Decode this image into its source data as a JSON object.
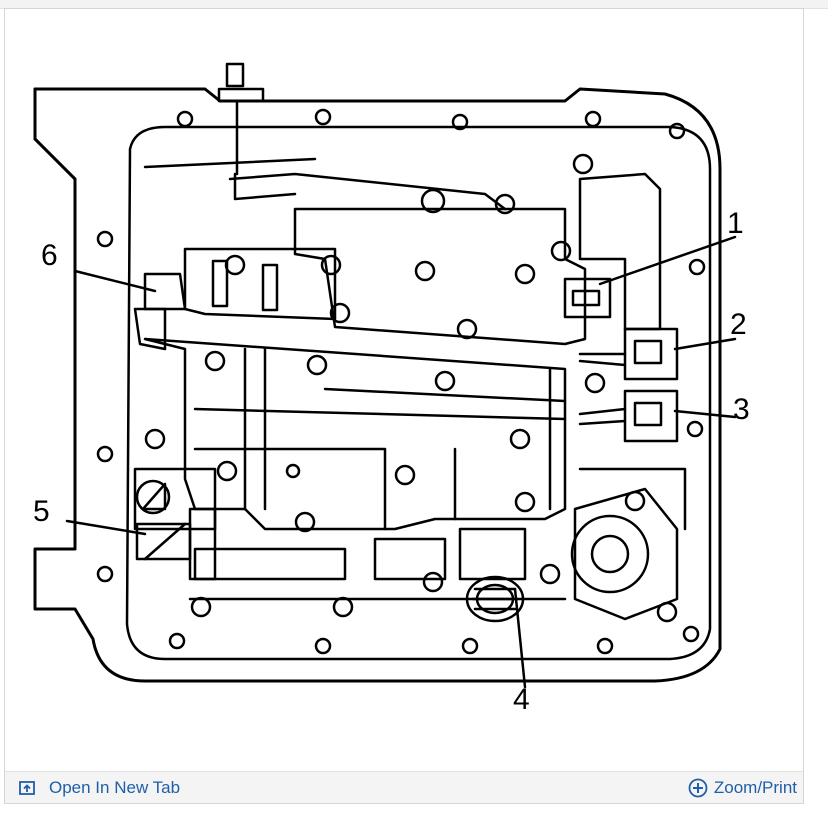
{
  "diagram": {
    "callouts": [
      "1",
      "2",
      "3",
      "4",
      "5",
      "6"
    ]
  },
  "toolbar": {
    "open_label": "Open In New Tab",
    "zoom_label": "Zoom/Print",
    "link_color": "#1f5fa8"
  },
  "icons": {
    "open": "open-new-tab-icon",
    "zoom": "zoom-plus-icon"
  }
}
